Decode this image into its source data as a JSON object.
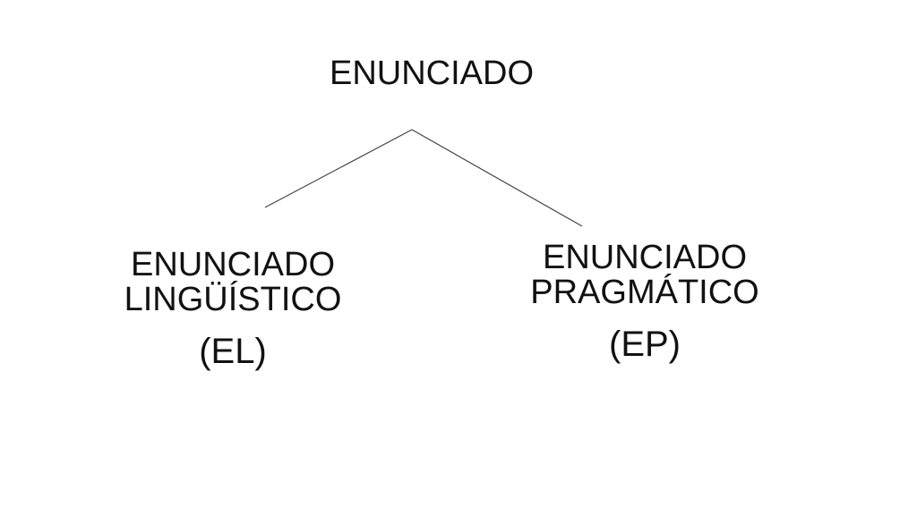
{
  "diagram": {
    "root": {
      "label": "ENUNCIADO"
    },
    "left": {
      "line1": "ENUNCIADO",
      "line2": "LINGÜÍSTICO",
      "abbr": "(EL)"
    },
    "right": {
      "line1": "ENUNCIADO",
      "line2": "PRAGMÁTICO",
      "abbr": "(EP)"
    },
    "line_color": "#444444",
    "text_color": "#111111"
  }
}
